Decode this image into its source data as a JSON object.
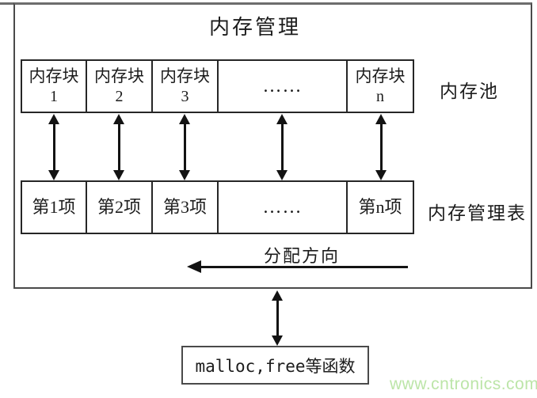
{
  "title": "内存管理",
  "pool_row": {
    "cells": [
      {
        "line1": "内存块",
        "line2": "1"
      },
      {
        "line1": "内存块",
        "line2": "2"
      },
      {
        "line1": "内存块",
        "line2": "3"
      },
      {
        "dots": "……"
      },
      {
        "line1": "内存块",
        "line2": "n"
      }
    ],
    "label": "内存池"
  },
  "table_row": {
    "cells": [
      "第1项",
      "第2项",
      "第3项",
      "……",
      "第n项"
    ],
    "label": "内存管理表"
  },
  "allocation_direction": "分配方向",
  "function_box": "malloc,free等函数",
  "watermark": "www.cntronics.com",
  "colors": {
    "frame_line": "#4a4a4a",
    "top_rule": "#6d6d6d",
    "box_border": "#262626",
    "arrow": "#131313",
    "watermark_green": "#bce5a8"
  }
}
